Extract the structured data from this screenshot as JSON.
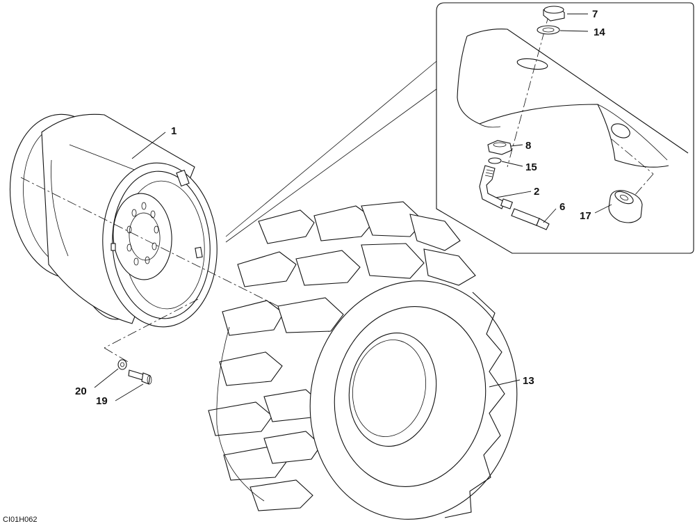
{
  "drawing_code": "CI01H062",
  "callouts": {
    "c1": "1",
    "c2": "2",
    "c6": "6",
    "c7": "7",
    "c8": "8",
    "c13": "13",
    "c14": "14",
    "c15": "15",
    "c17": "17",
    "c19": "19",
    "c20": "20"
  }
}
